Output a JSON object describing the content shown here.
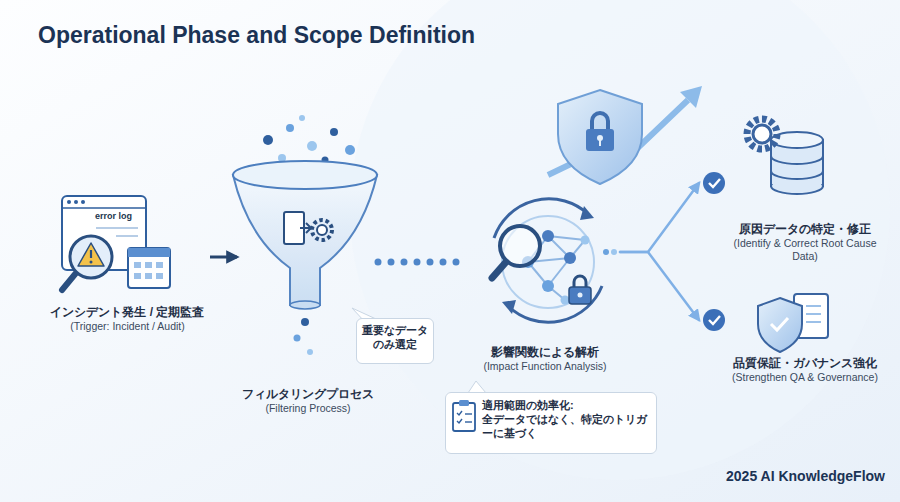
{
  "diagram": {
    "title": "Operational Phase and Scope Definition",
    "nodes": [
      {
        "text": [
          "インシデント発生 / 定期監査",
          "(Trigger: Incident / Audit)"
        ]
      },
      {
        "text": [
          "フィルタリングプロセス",
          "(Filtering Process)"
        ]
      },
      {
        "text": [
          "重要なデータのみ選定"
        ]
      },
      {
        "text": [
          "影響関数による解析",
          "(Impact Function Analysis)"
        ]
      },
      {
        "text": [
          "適用範囲の効率化:",
          "全データではなく、特定のトリガーに基づく"
        ]
      },
      {
        "text": [
          "原因データの特定・修正",
          "(Identify & Correct Root Cause Data)"
        ]
      },
      {
        "text": [
          "品質保証・ガバナンス強化",
          "(Strengthen QA & Governance)"
        ]
      }
    ],
    "edges": [
      {
        "from": 0,
        "to": 1,
        "arrow": "to"
      },
      {
        "from": 1,
        "to": 3,
        "arrow": "none"
      },
      {
        "from": 3,
        "to": 5,
        "arrow": "to"
      },
      {
        "from": 3,
        "to": 6,
        "arrow": "to"
      }
    ],
    "labels": [
      "error log",
      "2025 AI KnowledgeFlow"
    ]
  }
}
